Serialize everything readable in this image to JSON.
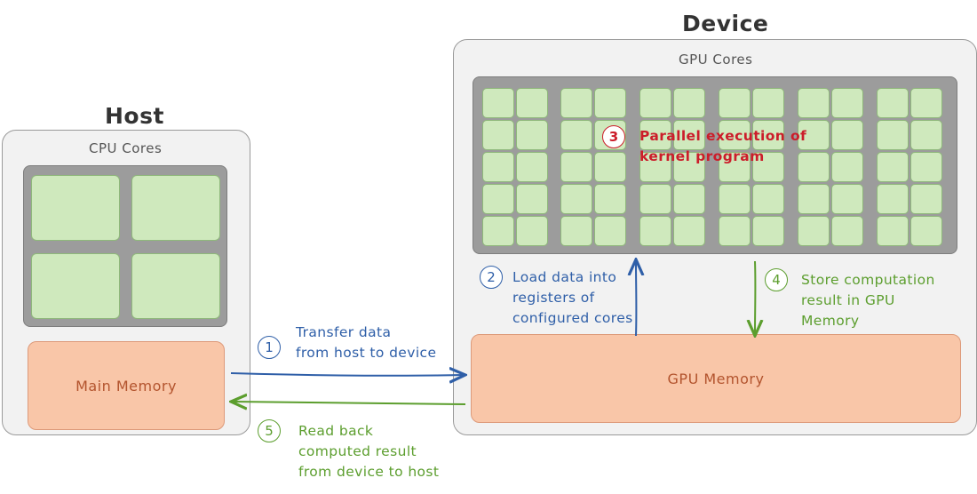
{
  "host": {
    "title": "Host",
    "cores_label": "CPU Cores",
    "memory_label": "Main Memory"
  },
  "device": {
    "title": "Device",
    "cores_label": "GPU Cores",
    "memory_label": "GPU Memory"
  },
  "steps": [
    {
      "number": "1",
      "lines": [
        "Transfer data",
        "from host to device"
      ]
    },
    {
      "number": "2",
      "lines": [
        "Load data into",
        "registers of",
        "configured cores"
      ]
    },
    {
      "number": "3",
      "lines": [
        "Parallel execution of",
        "kernel program"
      ]
    },
    {
      "number": "4",
      "lines": [
        "Store computation",
        "result in GPU",
        "Memory"
      ]
    },
    {
      "number": "5",
      "lines": [
        "Read back",
        "computed result",
        "from device to host"
      ]
    }
  ],
  "colors": {
    "blue": "#2f5fa8",
    "green": "#5c9e2e",
    "red": "#cc1d2a",
    "core_fill": "#cfe9bd",
    "memory_fill": "#f9c6a8"
  }
}
